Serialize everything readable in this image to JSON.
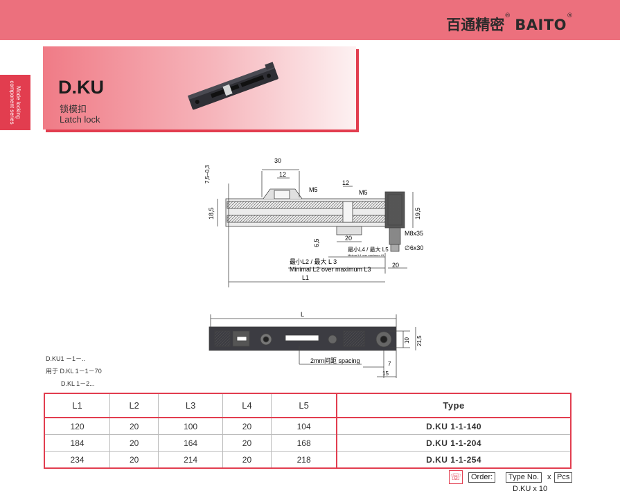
{
  "brand": {
    "cn": "百通精密",
    "en": "BAITO",
    "reg": "®"
  },
  "side_tab": {
    "line1": "Mode locking",
    "line2": "component series"
  },
  "product": {
    "code": "D.KU",
    "name_cn": "锁模扣",
    "name_en": "Latch lock"
  },
  "diagram_top": {
    "dims": {
      "d30": "30",
      "d12a": "12",
      "d12b": "12",
      "m5a": "M5",
      "m5b": "M5",
      "d7503": "7,5–0,3",
      "d185": "18,5",
      "d195": "19,5",
      "d65": "6,5",
      "d20a": "20",
      "d20b": "20",
      "m8x35": "M8x35",
      "phi6x30": "∅6x30",
      "l45_cn": "最小L4 / 最大 L5",
      "l45_en": "Minimal L4 over maximum L5",
      "l23_cn": "最小L2 / 最大 L 3",
      "l23_en": "Minimal L2 over maximum L3",
      "l1": "L1"
    }
  },
  "diagram_bottom": {
    "dims": {
      "L": "L",
      "d10": "10",
      "d215": "21,5",
      "d7": "7",
      "d15": "15",
      "spacing": "2mm间距 spacing"
    }
  },
  "notes": {
    "line1": "D.KU1 －1－..",
    "line2": "用于 D.KL 1－1－70",
    "line3": "D.KL 1－2..."
  },
  "table": {
    "headers": [
      "L1",
      "L2",
      "L3",
      "L4",
      "L5",
      "Type"
    ],
    "rows": [
      [
        "120",
        "20",
        "100",
        "20",
        "104",
        "D.KU 1-1-140"
      ],
      [
        "184",
        "20",
        "164",
        "20",
        "168",
        "D.KU 1-1-204"
      ],
      [
        "234",
        "20",
        "214",
        "20",
        "218",
        "D.KU 1-1-254"
      ]
    ]
  },
  "order": {
    "label": "Order:",
    "type_no": "Type No.",
    "x1": "x",
    "pcs": "Pcs",
    "example": "D.KU x 10"
  },
  "colors": {
    "topbar": "#ec707d",
    "accent": "#e23d4f"
  }
}
